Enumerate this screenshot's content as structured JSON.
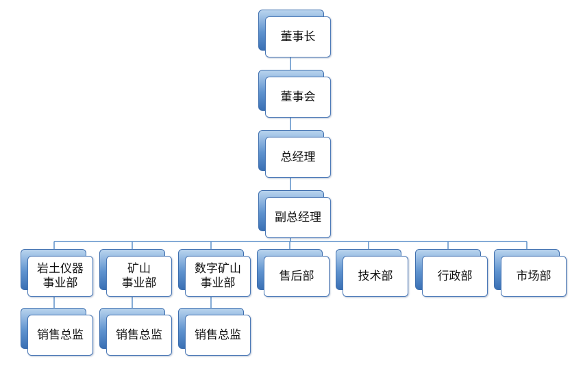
{
  "org_chart": {
    "chairman": "董事长",
    "board": "董事会",
    "general_manager": "总经理",
    "deputy_general_manager": "副总经理",
    "departments": [
      {
        "label": "岩土仪器\n事业部",
        "sub": "销售总监"
      },
      {
        "label": "矿山\n事业部",
        "sub": "销售总监"
      },
      {
        "label": "数字矿山\n事业部",
        "sub": "销售总监"
      },
      {
        "label": "售后部"
      },
      {
        "label": "技术部"
      },
      {
        "label": "行政部"
      },
      {
        "label": "市场部"
      }
    ]
  },
  "colors": {
    "connector": "#5b8fc9",
    "box_back": "#4f86c6",
    "box_border": "#4a78b6"
  }
}
